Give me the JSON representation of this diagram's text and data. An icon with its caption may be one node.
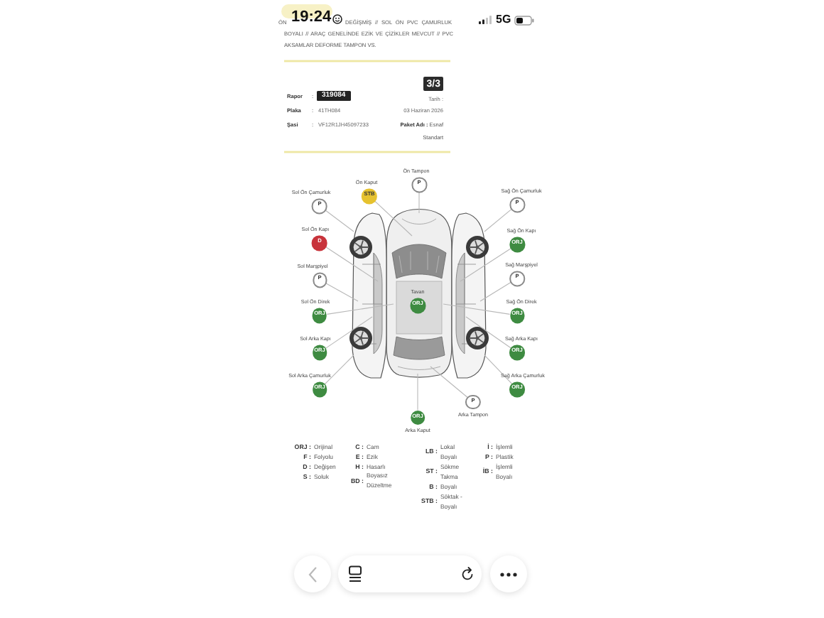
{
  "diagram": {
    "nodes": [
      {
        "text": [],
        "shape": "picture"
      },
      {
        "text": [
          "Ön Tampon",
          "P"
        ]
      },
      {
        "text": [
          "Ön Kaput",
          "STB"
        ]
      },
      {
        "text": [
          "Sol Ön Çamurluk",
          "P"
        ]
      },
      {
        "text": [
          "Sağ Ön Çamurluk",
          "P"
        ]
      },
      {
        "text": [
          "Sol Ön Kapı",
          "D"
        ]
      },
      {
        "text": [
          "Sağ Ön Kapı",
          "ORJ"
        ]
      },
      {
        "text": [
          "Sol Marşpiyel",
          "P"
        ]
      },
      {
        "text": [
          "Sağ Marşpiyel",
          "P"
        ]
      },
      {
        "text": [
          "Tavan",
          "ORJ"
        ],
        "in": 0
      },
      {
        "text": [
          "Sol Ön Direk",
          "ORJ"
        ]
      },
      {
        "text": [
          "Sağ Ön Direk",
          "ORJ"
        ]
      },
      {
        "text": [
          "Sol Arka Kapı",
          "ORJ"
        ]
      },
      {
        "text": [
          "Sağ Arka Kapı",
          "ORJ"
        ]
      },
      {
        "text": [
          "Sol Arka Çamurluk",
          "ORJ"
        ]
      },
      {
        "text": [
          "Sağ Arka Çamurluk",
          "ORJ"
        ]
      },
      {
        "text": [
          "P",
          "Arka Tampon"
        ]
      },
      {
        "text": [
          "ORJ",
          "Arka Kaput"
        ]
      }
    ],
    "edges": [
      {
        "from": 1,
        "to": 0,
        "arrow": "none"
      },
      {
        "from": 2,
        "to": 0,
        "arrow": "none"
      },
      {
        "from": 3,
        "to": 0,
        "arrow": "none"
      },
      {
        "from": 4,
        "to": 0,
        "arrow": "none"
      },
      {
        "from": 5,
        "to": 0,
        "arrow": "none"
      },
      {
        "from": 6,
        "to": 0,
        "arrow": "none"
      },
      {
        "from": 7,
        "to": 0,
        "arrow": "none"
      },
      {
        "from": 8,
        "to": 0,
        "arrow": "none"
      },
      {
        "from": 10,
        "to": 0,
        "arrow": "none"
      },
      {
        "from": 11,
        "to": 0,
        "arrow": "none"
      },
      {
        "from": 12,
        "to": 0,
        "arrow": "none"
      },
      {
        "from": 13,
        "to": 0,
        "arrow": "none"
      },
      {
        "from": 14,
        "to": 0,
        "arrow": "none"
      },
      {
        "from": 15,
        "to": 0,
        "arrow": "none"
      },
      {
        "from": 16,
        "to": 0,
        "arrow": "none"
      },
      {
        "from": 17,
        "to": 0,
        "arrow": "none"
      }
    ],
    "labels": [
      "ÖN",
      "19:24",
      "5G",
      "DEĞİŞMİŞ // SOL ÖN PVC ÇAMURLUK",
      "BOYALI // ARAÇ GENELİNDE EZİK VE ÇİZİKLER MEVCUT // PVC AKSAMLAR DEFORME TAMPON VS.",
      "3/3",
      "Rapor",
      ":",
      "319084",
      "Tarih :",
      "Plaka",
      ":",
      "41TH084",
      "03 Haziran 2026",
      "Şasi",
      ":",
      "VF12R1JH45097233",
      "**Paket Adı :** Esnaf Standart",
      "ORJ :",
      "Orijinal",
      "F :",
      "Folyolu",
      "D :",
      "Değişen",
      "S :",
      "Soluk",
      "C :",
      "Cam",
      "E :",
      "Ezik",
      "H :",
      "Hasarlı",
      "BD :",
      "Boyasız Düzeltme",
      "LB :",
      "Lokal Boyalı",
      "ST :",
      "Sökme Takma",
      "B :",
      "Boyalı",
      "STB :",
      "Söktak - Boyalı",
      "İ :",
      "İşlemli",
      "P :",
      "Plastik",
      "İB :",
      "İşlemli Boyalı"
    ]
  }
}
